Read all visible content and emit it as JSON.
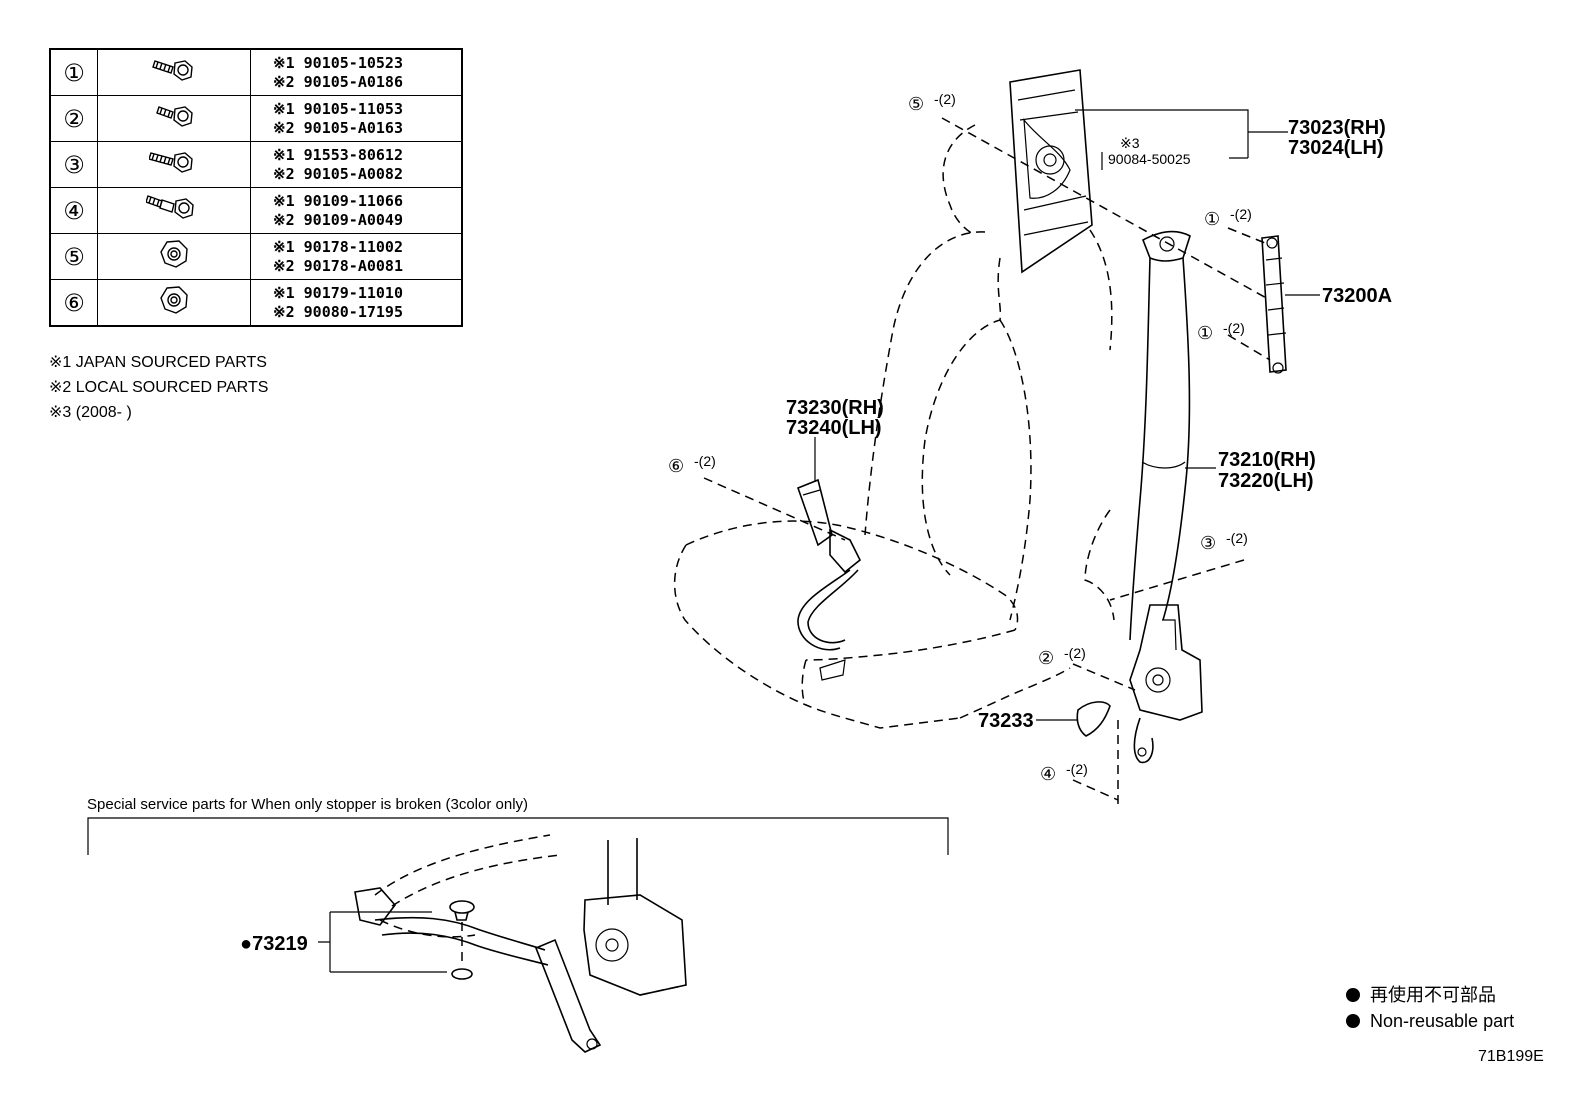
{
  "fastener_table": [
    {
      "no": "①",
      "icon": "bolt-icon",
      "pn1": "※1 90105-10523",
      "pn2": "※2 90105-A0186"
    },
    {
      "no": "②",
      "icon": "bolt-icon",
      "pn1": "※1 90105-11053",
      "pn2": "※2 90105-A0163"
    },
    {
      "no": "③",
      "icon": "bolt-icon",
      "pn1": "※1 91553-80612",
      "pn2": "※2 90105-A0082"
    },
    {
      "no": "④",
      "icon": "stepped-bolt-icon",
      "pn1": "※1 90109-11066",
      "pn2": "※2 90109-A0049"
    },
    {
      "no": "⑤",
      "icon": "nut-icon",
      "pn1": "※1 90178-11002",
      "pn2": "※2 90178-A0081"
    },
    {
      "no": "⑥",
      "icon": "nut-icon",
      "pn1": "※1 90179-11010",
      "pn2": "※2 90080-17195"
    }
  ],
  "notes": [
    "※1  JAPAN SOURCED PARTS",
    "※2  LOCAL SOURCED PARTS",
    "※3 (2008-        )"
  ],
  "callouts": {
    "c5": "⑤",
    "q5": "-(2)",
    "p73023": "73023(RH)",
    "p73024": "73024(LH)",
    "n3": "※3",
    "p90084": "90084-50025",
    "c1a": "①",
    "q1a": "-(2)",
    "p73200A": "73200A",
    "c1b": "①",
    "q1b": "-(2)",
    "p73230": "73230(RH)",
    "p73240": "73240(LH)",
    "c6": "⑥",
    "q6": "-(2)",
    "p73210": "73210(RH)",
    "p73220": "73220(LH)",
    "c3": "③",
    "q3": "-(2)",
    "c2": "②",
    "q2": "-(2)",
    "p73233": "73233",
    "c4": "④",
    "q4": "-(2)",
    "p73219": "●73219"
  },
  "special_title": "Special service parts for When only stopper is broken (3color only)",
  "legend": [
    "再使用不可部品",
    "Non-reusable part"
  ],
  "diagram_code": "71B199E"
}
